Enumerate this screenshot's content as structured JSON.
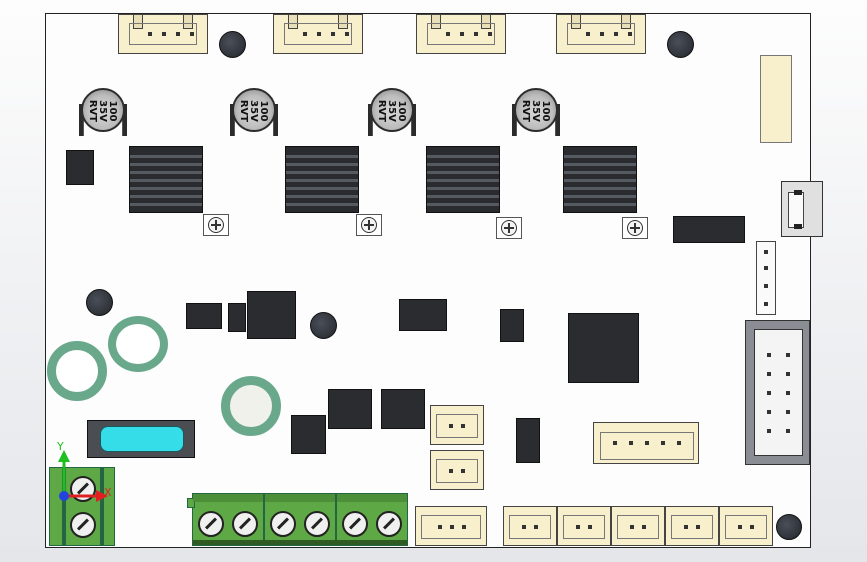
{
  "scene": {
    "title": "",
    "capacitor_marking": [
      "100",
      "35V",
      "RVT"
    ],
    "axis_triad": {
      "y_label": "Y",
      "x_label": "X"
    },
    "colors": {
      "board": "#fdfdfd",
      "connector": "#f8f0cc",
      "heatsink": "#2a2b2e",
      "terminal_green": "#5ea845",
      "crystal": "#34dde8",
      "toroid": "#6aa88c"
    }
  }
}
